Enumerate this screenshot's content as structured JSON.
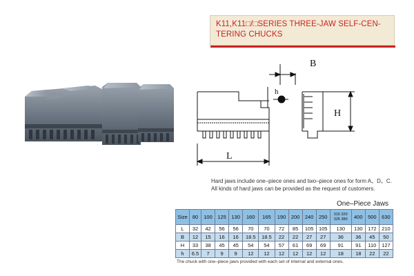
{
  "title": {
    "line1": "K11,K11□/□SERIES THREE-JAW SELF-CEN-",
    "line2": "TERING CHUCKS"
  },
  "drawing": {
    "label_B": "B",
    "label_h": "h",
    "label_H": "H",
    "label_L": "L"
  },
  "description": {
    "line1": "Hard jaws include one–piece ones and two–piece ones for form A、D、C.",
    "line2": "All kinds of hard jaws can be provided as the request of customers."
  },
  "table": {
    "heading": "One–Piece Jaws",
    "size_label": "Size",
    "sizes": [
      "80",
      "100",
      "125",
      "130",
      "160",
      "165",
      "190",
      "200",
      "240",
      "250",
      "315 320|325 380",
      "400",
      "500",
      "630"
    ],
    "rows": [
      {
        "label": "L",
        "values": [
          "32",
          "42",
          "56",
          "56",
          "70",
          "70",
          "72",
          "85",
          "105",
          "105",
          "130",
          "130",
          "172",
          "210"
        ]
      },
      {
        "label": "B",
        "values": [
          "12",
          "15",
          "16",
          "16",
          "18.5",
          "18.5",
          "22",
          "22",
          "27",
          "27",
          "36",
          "36",
          "45",
          "50"
        ]
      },
      {
        "label": "H",
        "values": [
          "33",
          "38",
          "45",
          "45",
          "54",
          "54",
          "57",
          "61",
          "69",
          "69",
          "91",
          "91",
          "110",
          "127"
        ]
      },
      {
        "label": "h",
        "values": [
          "6.5",
          "7",
          "9",
          "9",
          "12",
          "12",
          "12",
          "12",
          "12",
          "12",
          "18",
          "18",
          "22",
          "22"
        ]
      }
    ]
  },
  "footnote": "The chuck with one–piece jaws provided with each set of internal and external ones.",
  "colors": {
    "title_text": "#c8241f",
    "title_bg": "#f3ead6",
    "table_head": "#8fc0e4",
    "table_alt": "#c5dcee",
    "jaw_metal": "#7a8590"
  }
}
